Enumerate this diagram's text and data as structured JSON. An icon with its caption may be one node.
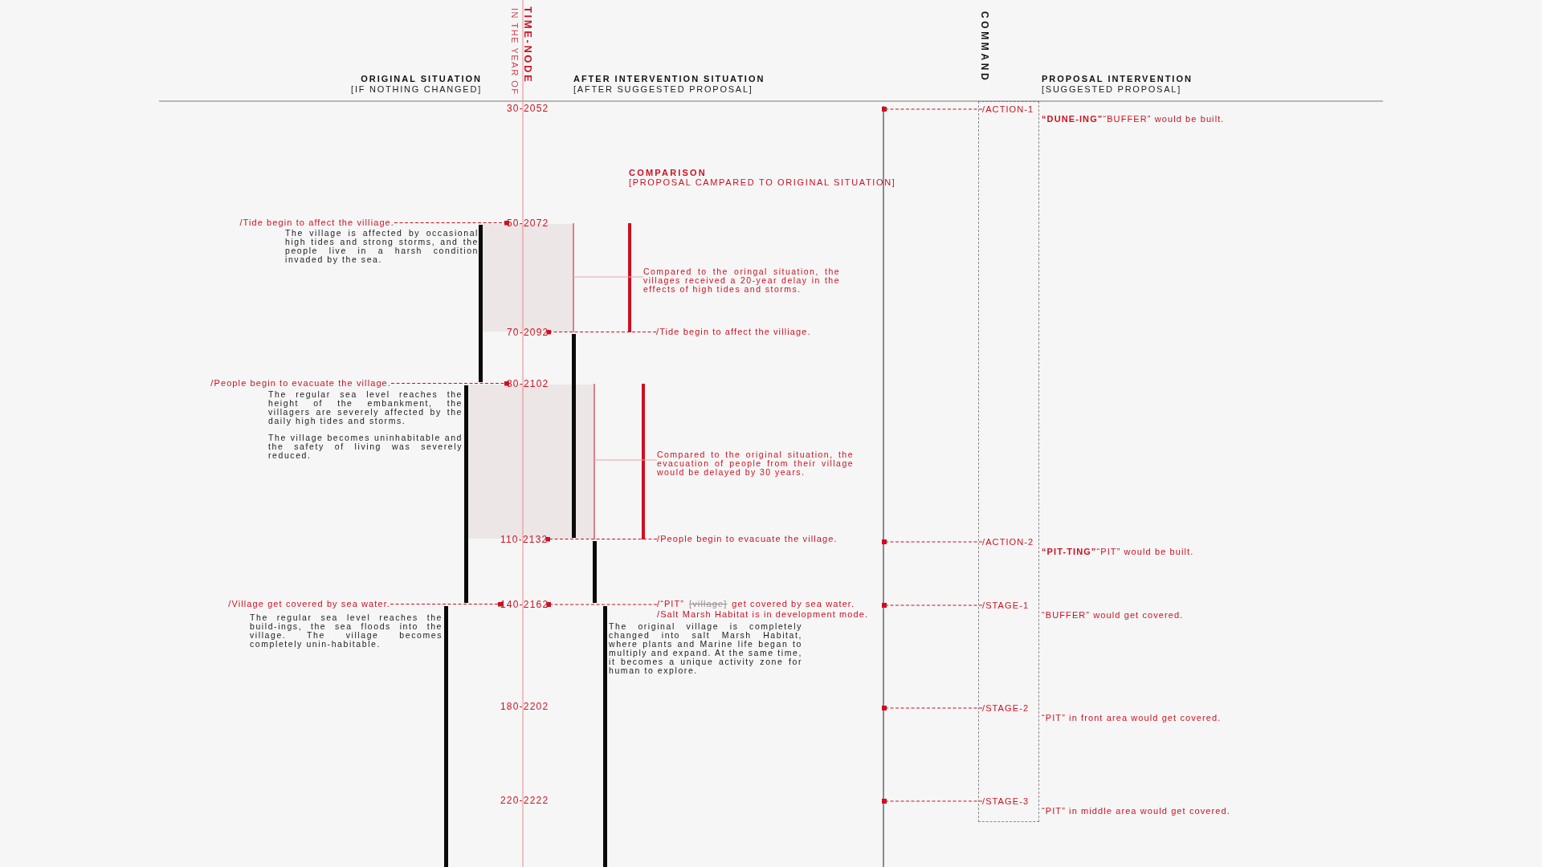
{
  "diagram": {
    "nodes": [
      {
        "text": [
          "30-2052"
        ]
      },
      {
        "text": [
          "50-2072"
        ]
      },
      {
        "text": [
          "70-2092"
        ]
      },
      {
        "text": [
          "80-2102"
        ]
      },
      {
        "text": [
          "110-2132"
        ]
      },
      {
        "text": [
          "140-2162"
        ]
      },
      {
        "text": [
          "180-2202"
        ]
      },
      {
        "text": [
          "220-2222"
        ]
      },
      {
        "text": [
          "/Tide begin to affect the villiage."
        ],
        "beside": [
          "The village is affected by occasional high tides and strong storms, and the people live in a harsh condition invaded by the sea."
        ]
      },
      {
        "text": [
          "/People begin to evacuate the village."
        ],
        "beside": [
          "The regular sea level reaches the height of the embankment, the villagers are severely affected by the daily high tides and storms."
        ]
      },
      {
        "text": [
          "/Village get covered by sea water."
        ],
        "beside": [
          "The regular sea level reaches the build-ings, the sea floods into the village. The village becomes completely unin-habitable."
        ]
      },
      {
        "text": [
          "/Tide begin to affect the villiage."
        ]
      },
      {
        "text": [
          "/People begin to evacuate the village."
        ]
      },
      {
        "text": [
          "/“PIT”",
          "[village]",
          "get covered by sea water.",
          "/Salt Marsh Habitat is in development mode."
        ],
        "beside": [
          "The original village is completely changed into salt Marsh Habitat, where plants and Marine life began to multiply and expand. At the same time, it becomes a unique activity zone for human to explore."
        ]
      },
      {
        "text": [],
        "shape": "box"
      },
      {
        "text": [
          "/ACTION-1"
        ],
        "in": 14,
        "beside": [
          "**“DUNE-ING”**“BUFFER” would be built."
        ]
      },
      {
        "text": [
          "/ACTION-2"
        ],
        "in": 14,
        "beside": [
          "**“PIT-TING”**“PIT” would be built."
        ]
      },
      {
        "text": [
          "/STAGE-1"
        ],
        "in": 14,
        "beside": [
          "“BUFFER” would get covered."
        ]
      },
      {
        "text": [
          "/STAGE-2"
        ],
        "in": 14,
        "beside": [
          "“PIT” in front area would get covered."
        ]
      },
      {
        "text": [
          "/STAGE-3"
        ],
        "in": 14,
        "beside": [
          "“PIT” in middle area would get covered."
        ]
      },
      {
        "text": [
          "Compared to the oringal situation, the villages received a 20-year delay in the effects of high tides and storms."
        ]
      },
      {
        "text": [
          "Compared to the original situation, the evacuation of people from their village would be delayed by 30 years."
        ]
      },
      {
        "text": [],
        "shape": "bar"
      },
      {
        "text": [],
        "shape": "bar"
      },
      {
        "text": [],
        "shape": "bar"
      },
      {
        "text": [],
        "shape": "bar"
      },
      {
        "text": [],
        "shape": "bar"
      },
      {
        "text": [],
        "shape": "bar"
      },
      {
        "text": [],
        "shape": "bar"
      },
      {
        "text": [],
        "shape": "band"
      },
      {
        "text": [],
        "shape": "band"
      }
    ],
    "edges": [
      {
        "from": 8,
        "to": 1,
        "arrow": "other",
        "style": "dashed"
      },
      {
        "from": 9,
        "to": 3,
        "arrow": "other",
        "style": "dashed"
      },
      {
        "from": 10,
        "to": 5,
        "arrow": "other",
        "style": "dashed"
      },
      {
        "from": 11,
        "to": 2,
        "arrow": "other",
        "style": "dashed"
      },
      {
        "from": 12,
        "to": 4,
        "arrow": "other",
        "style": "dashed"
      },
      {
        "from": 13,
        "to": 5,
        "arrow": "other",
        "style": "dashed"
      },
      {
        "from": 15,
        "to": 22,
        "arrow": "other",
        "style": "dashed"
      },
      {
        "from": 16,
        "to": 22,
        "arrow": "other",
        "style": "dashed"
      },
      {
        "from": 17,
        "to": 22,
        "arrow": "other",
        "style": "dashed"
      },
      {
        "from": 18,
        "to": 22,
        "arrow": "other",
        "style": "dashed"
      },
      {
        "from": 19,
        "to": 22,
        "arrow": "other",
        "style": "dashed"
      },
      {
        "from": 20,
        "to": 29,
        "arrow": "none",
        "color": "#e8a6a6"
      },
      {
        "from": 21,
        "to": 30,
        "arrow": "none",
        "color": "#e8a6a6"
      }
    ],
    "labels": [
      "ORIGINAL SITUATION",
      "[IF NOTHING CHANGED]",
      "IN THE YEAR OF",
      "TIME-NODE",
      "AFTER INTERVENTION SITUATION",
      "[AFTER SUGGESTED PROPOSAL]",
      "COMMAND",
      "PROPOSAL INTERVENTION",
      "[SUGGESTED PROPOSAL]",
      "COMPARISON",
      "[PROPOSAL CAMPARED TO ORIGINAL SITUATION]",
      "The village becomes uninhabitable and the safety of living was severely reduced."
    ]
  }
}
